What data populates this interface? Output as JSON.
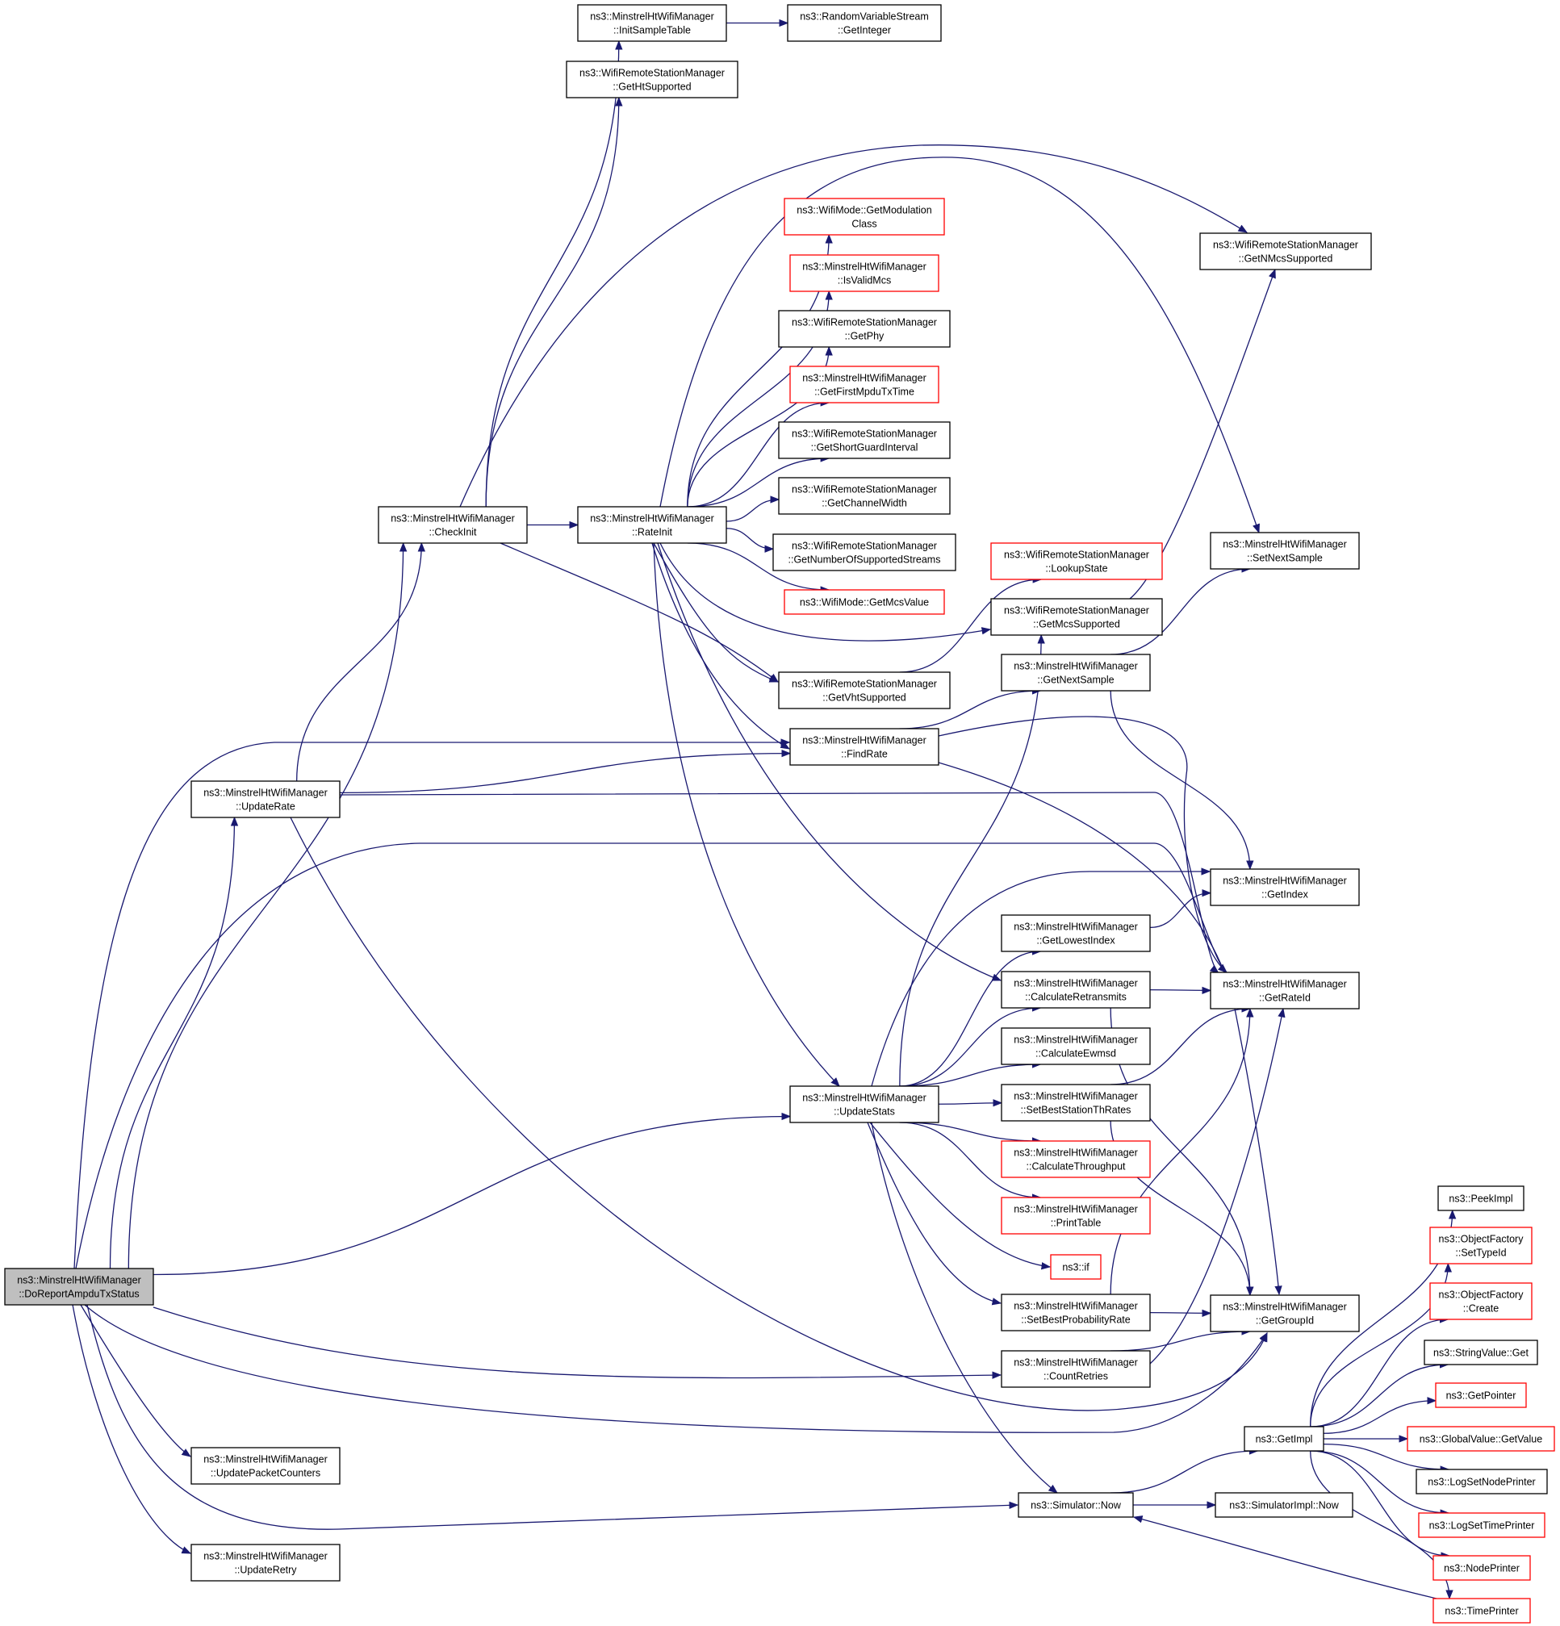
{
  "graph": {
    "edge_color": "#191970",
    "normal_border": "#000000",
    "missing_border": "#ff0000",
    "root_fill": "#bfbfbf",
    "nodes": [
      {
        "id": "n_root",
        "lines": [
          "ns3::MinstrelHtWifiManager",
          "::DoReportAmpduTxStatus"
        ],
        "style": "root"
      },
      {
        "id": "n_checkinit",
        "lines": [
          "ns3::MinstrelHtWifiManager",
          "::CheckInit"
        ],
        "style": "normal"
      },
      {
        "id": "n_updaterate",
        "lines": [
          "ns3::MinstrelHtWifiManager",
          "::UpdateRate"
        ],
        "style": "normal"
      },
      {
        "id": "n_updatepkt",
        "lines": [
          "ns3::MinstrelHtWifiManager",
          "::UpdatePacketCounters"
        ],
        "style": "normal"
      },
      {
        "id": "n_updateretry",
        "lines": [
          "ns3::MinstrelHtWifiManager",
          "::UpdateRetry"
        ],
        "style": "normal"
      },
      {
        "id": "n_initsample",
        "lines": [
          "ns3::MinstrelHtWifiManager",
          "::InitSampleTable"
        ],
        "style": "normal"
      },
      {
        "id": "n_getht",
        "lines": [
          "ns3::WifiRemoteStationManager",
          "::GetHtSupported"
        ],
        "style": "normal"
      },
      {
        "id": "n_rateinit",
        "lines": [
          "ns3::MinstrelHtWifiManager",
          "::RateInit"
        ],
        "style": "normal"
      },
      {
        "id": "n_getinteger",
        "lines": [
          "ns3::RandomVariableStream",
          "::GetInteger"
        ],
        "style": "normal"
      },
      {
        "id": "n_getmod",
        "lines": [
          "ns3::WifiMode::GetModulation",
          "Class"
        ],
        "style": "red"
      },
      {
        "id": "n_isvalid",
        "lines": [
          "ns3::MinstrelHtWifiManager",
          "::IsValidMcs"
        ],
        "style": "red"
      },
      {
        "id": "n_getphy",
        "lines": [
          "ns3::WifiRemoteStationManager",
          "::GetPhy"
        ],
        "style": "normal"
      },
      {
        "id": "n_firstmpdu",
        "lines": [
          "ns3::MinstrelHtWifiManager",
          "::GetFirstMpduTxTime"
        ],
        "style": "red"
      },
      {
        "id": "n_shortgi",
        "lines": [
          "ns3::WifiRemoteStationManager",
          "::GetShortGuardInterval"
        ],
        "style": "normal"
      },
      {
        "id": "n_chwidth",
        "lines": [
          "ns3::WifiRemoteStationManager",
          "::GetChannelWidth"
        ],
        "style": "normal"
      },
      {
        "id": "n_numstreams",
        "lines": [
          "ns3::WifiRemoteStationManager",
          "::GetNumberOfSupportedStreams"
        ],
        "style": "normal"
      },
      {
        "id": "n_mcsvalue",
        "lines": [
          "ns3::WifiMode::GetMcsValue"
        ],
        "style": "red"
      },
      {
        "id": "n_vht",
        "lines": [
          "ns3::WifiRemoteStationManager",
          "::GetVhtSupported"
        ],
        "style": "normal"
      },
      {
        "id": "n_findrate",
        "lines": [
          "ns3::MinstrelHtWifiManager",
          "::FindRate"
        ],
        "style": "normal"
      },
      {
        "id": "n_updatestats",
        "lines": [
          "ns3::MinstrelHtWifiManager",
          "::UpdateStats"
        ],
        "style": "normal"
      },
      {
        "id": "n_nmcs",
        "lines": [
          "ns3::WifiRemoteStationManager",
          "::GetNMcsSupported"
        ],
        "style": "normal"
      },
      {
        "id": "n_lookup",
        "lines": [
          "ns3::WifiRemoteStationManager",
          "::LookupState"
        ],
        "style": "red"
      },
      {
        "id": "n_mcssup",
        "lines": [
          "ns3::WifiRemoteStationManager",
          "::GetMcsSupported"
        ],
        "style": "normal"
      },
      {
        "id": "n_setnext",
        "lines": [
          "ns3::MinstrelHtWifiManager",
          "::SetNextSample"
        ],
        "style": "normal"
      },
      {
        "id": "n_getnext",
        "lines": [
          "ns3::MinstrelHtWifiManager",
          "::GetNextSample"
        ],
        "style": "normal"
      },
      {
        "id": "n_getindex",
        "lines": [
          "ns3::MinstrelHtWifiManager",
          "::GetIndex"
        ],
        "style": "normal"
      },
      {
        "id": "n_lowest",
        "lines": [
          "ns3::MinstrelHtWifiManager",
          "::GetLowestIndex"
        ],
        "style": "normal"
      },
      {
        "id": "n_calcret",
        "lines": [
          "ns3::MinstrelHtWifiManager",
          "::CalculateRetransmits"
        ],
        "style": "normal"
      },
      {
        "id": "n_rateid",
        "lines": [
          "ns3::MinstrelHtWifiManager",
          "::GetRateId"
        ],
        "style": "normal"
      },
      {
        "id": "n_ewmsd",
        "lines": [
          "ns3::MinstrelHtWifiManager",
          "::CalculateEwmsd"
        ],
        "style": "normal"
      },
      {
        "id": "n_bestth",
        "lines": [
          "ns3::MinstrelHtWifiManager",
          "::SetBestStationThRates"
        ],
        "style": "normal"
      },
      {
        "id": "n_calcth",
        "lines": [
          "ns3::MinstrelHtWifiManager",
          "::CalculateThroughput"
        ],
        "style": "red"
      },
      {
        "id": "n_printtable",
        "lines": [
          "ns3::MinstrelHtWifiManager",
          "::PrintTable"
        ],
        "style": "red"
      },
      {
        "id": "n_if",
        "lines": [
          "ns3::if"
        ],
        "style": "red"
      },
      {
        "id": "n_bestprob",
        "lines": [
          "ns3::MinstrelHtWifiManager",
          "::SetBestProbabilityRate"
        ],
        "style": "normal"
      },
      {
        "id": "n_groupid",
        "lines": [
          "ns3::MinstrelHtWifiManager",
          "::GetGroupId"
        ],
        "style": "normal"
      },
      {
        "id": "n_countret",
        "lines": [
          "ns3::MinstrelHtWifiManager",
          "::CountRetries"
        ],
        "style": "normal"
      },
      {
        "id": "n_simnow",
        "lines": [
          "ns3::Simulator::Now"
        ],
        "style": "normal"
      },
      {
        "id": "n_getimpl",
        "lines": [
          "ns3::GetImpl"
        ],
        "style": "normal"
      },
      {
        "id": "n_implnow",
        "lines": [
          "ns3::SimulatorImpl::Now"
        ],
        "style": "normal"
      },
      {
        "id": "n_peekimpl",
        "lines": [
          "ns3::PeekImpl"
        ],
        "style": "normal"
      },
      {
        "id": "n_settypeid",
        "lines": [
          "ns3::ObjectFactory",
          "::SetTypeId"
        ],
        "style": "red"
      },
      {
        "id": "n_create",
        "lines": [
          "ns3::ObjectFactory",
          "::Create"
        ],
        "style": "red"
      },
      {
        "id": "n_strget",
        "lines": [
          "ns3::StringValue::Get"
        ],
        "style": "normal"
      },
      {
        "id": "n_getpointer",
        "lines": [
          "ns3::GetPointer"
        ],
        "style": "red"
      },
      {
        "id": "n_gvget",
        "lines": [
          "ns3::GlobalValue::GetValue"
        ],
        "style": "red"
      },
      {
        "id": "n_lognode",
        "lines": [
          "ns3::LogSetNodePrinter"
        ],
        "style": "normal"
      },
      {
        "id": "n_logtime",
        "lines": [
          "ns3::LogSetTimePrinter"
        ],
        "style": "red"
      },
      {
        "id": "n_nodeprinter",
        "lines": [
          "ns3::NodePrinter"
        ],
        "style": "red"
      },
      {
        "id": "n_timeprinter",
        "lines": [
          "ns3::TimePrinter"
        ],
        "style": "red"
      }
    ],
    "edges": [
      [
        "n_root",
        "n_checkinit"
      ],
      [
        "n_root",
        "n_updaterate"
      ],
      [
        "n_root",
        "n_findrate"
      ],
      [
        "n_root",
        "n_rateid"
      ],
      [
        "n_root",
        "n_updatestats"
      ],
      [
        "n_root",
        "n_countret"
      ],
      [
        "n_root",
        "n_groupid"
      ],
      [
        "n_root",
        "n_updatepkt"
      ],
      [
        "n_root",
        "n_updateretry"
      ],
      [
        "n_root",
        "n_simnow"
      ],
      [
        "n_checkinit",
        "n_initsample"
      ],
      [
        "n_checkinit",
        "n_getht"
      ],
      [
        "n_checkinit",
        "n_rateinit"
      ],
      [
        "n_checkinit",
        "n_nmcs"
      ],
      [
        "n_checkinit",
        "n_vht"
      ],
      [
        "n_updaterate",
        "n_checkinit"
      ],
      [
        "n_updaterate",
        "n_findrate"
      ],
      [
        "n_updaterate",
        "n_rateid"
      ],
      [
        "n_updaterate",
        "n_groupid"
      ],
      [
        "n_initsample",
        "n_getinteger"
      ],
      [
        "n_rateinit",
        "n_getmod"
      ],
      [
        "n_rateinit",
        "n_isvalid"
      ],
      [
        "n_rateinit",
        "n_getphy"
      ],
      [
        "n_rateinit",
        "n_firstmpdu"
      ],
      [
        "n_rateinit",
        "n_shortgi"
      ],
      [
        "n_rateinit",
        "n_chwidth"
      ],
      [
        "n_rateinit",
        "n_numstreams"
      ],
      [
        "n_rateinit",
        "n_mcsvalue"
      ],
      [
        "n_rateinit",
        "n_mcssup"
      ],
      [
        "n_rateinit",
        "n_vht"
      ],
      [
        "n_rateinit",
        "n_findrate"
      ],
      [
        "n_rateinit",
        "n_calcret"
      ],
      [
        "n_rateinit",
        "n_updatestats"
      ],
      [
        "n_rateinit",
        "n_setnext"
      ],
      [
        "n_vht",
        "n_lookup"
      ],
      [
        "n_mcssup",
        "n_nmcs"
      ],
      [
        "n_findrate",
        "n_getnext"
      ],
      [
        "n_findrate",
        "n_rateid"
      ],
      [
        "n_findrate",
        "n_groupid"
      ],
      [
        "n_getnext",
        "n_setnext"
      ],
      [
        "n_getnext",
        "n_getindex"
      ],
      [
        "n_updatestats",
        "n_mcssup"
      ],
      [
        "n_updatestats",
        "n_getindex"
      ],
      [
        "n_updatestats",
        "n_lowest"
      ],
      [
        "n_updatestats",
        "n_calcret"
      ],
      [
        "n_updatestats",
        "n_ewmsd"
      ],
      [
        "n_updatestats",
        "n_bestth"
      ],
      [
        "n_updatestats",
        "n_calcth"
      ],
      [
        "n_updatestats",
        "n_printtable"
      ],
      [
        "n_updatestats",
        "n_if"
      ],
      [
        "n_updatestats",
        "n_bestprob"
      ],
      [
        "n_updatestats",
        "n_simnow"
      ],
      [
        "n_lowest",
        "n_getindex"
      ],
      [
        "n_calcret",
        "n_rateid"
      ],
      [
        "n_calcret",
        "n_groupid"
      ],
      [
        "n_bestth",
        "n_rateid"
      ],
      [
        "n_bestth",
        "n_groupid"
      ],
      [
        "n_bestprob",
        "n_rateid"
      ],
      [
        "n_bestprob",
        "n_groupid"
      ],
      [
        "n_countret",
        "n_rateid"
      ],
      [
        "n_countret",
        "n_groupid"
      ],
      [
        "n_simnow",
        "n_getimpl"
      ],
      [
        "n_simnow",
        "n_implnow"
      ],
      [
        "n_getimpl",
        "n_peekimpl"
      ],
      [
        "n_getimpl",
        "n_settypeid"
      ],
      [
        "n_getimpl",
        "n_create"
      ],
      [
        "n_getimpl",
        "n_strget"
      ],
      [
        "n_getimpl",
        "n_getpointer"
      ],
      [
        "n_getimpl",
        "n_gvget"
      ],
      [
        "n_getimpl",
        "n_lognode"
      ],
      [
        "n_getimpl",
        "n_logtime"
      ],
      [
        "n_getimpl",
        "n_nodeprinter"
      ],
      [
        "n_getimpl",
        "n_timeprinter"
      ],
      [
        "n_timeprinter",
        "n_simnow"
      ]
    ]
  }
}
